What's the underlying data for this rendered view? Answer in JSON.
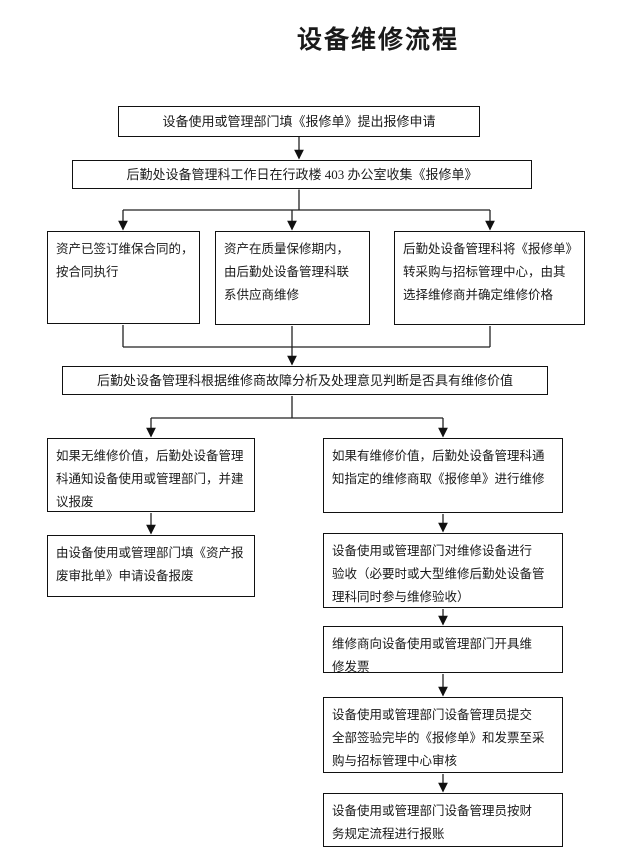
{
  "page": {
    "title": "设备维修流程"
  },
  "flowchart": {
    "nodes": {
      "submit_request": {
        "text": "设备使用或管理部门填《报修单》提出报修申请"
      },
      "collect_forms": {
        "text": "后勤处设备管理科工作日在行政楼 403 办公室收集《报修单》"
      },
      "maintenance_contract": {
        "text": "资产已签订维保合同的，\n按合同执行"
      },
      "warranty_period": {
        "text": "资产在质量保修期内，\n由后勤处设备管理科联\n系供应商维修"
      },
      "transfer_to_procurement": {
        "text": "后勤处设备管理科将《报修单》\n转采购与招标管理中心，由其\n选择维修商并确定维修价格"
      },
      "judge_repair_value": {
        "text": "后勤处设备管理科根据维修商故障分析及处理意见判断是否具有维修价值"
      },
      "no_repair_value": {
        "text": "如果无维修价值，后勤处设备管理\n科通知设备使用或管理部门，并建\n议报废"
      },
      "has_repair_value": {
        "text": "如果有维修价值，后勤处设备管理科通\n知指定的维修商取《报修单》进行维修"
      },
      "scrap_application": {
        "text": "由设备使用或管理部门填《资产报\n废审批单》申请设备报废"
      },
      "acceptance_check": {
        "text": "设备使用或管理部门对维修设备进行\n验收（必要时或大型维修后勤处设备管\n理科同时参与维修验收）"
      },
      "issue_invoice": {
        "text": "维修商向设备使用或管理部门开具维\n修发票"
      },
      "submit_for_review": {
        "text": "设备使用或管理部门设备管理员提交\n全部签验完毕的《报修单》和发票至采\n购与招标管理中心审核"
      },
      "reimbursement": {
        "text": "设备使用或管理部门设备管理员按财\n务规定流程进行报账"
      }
    }
  }
}
